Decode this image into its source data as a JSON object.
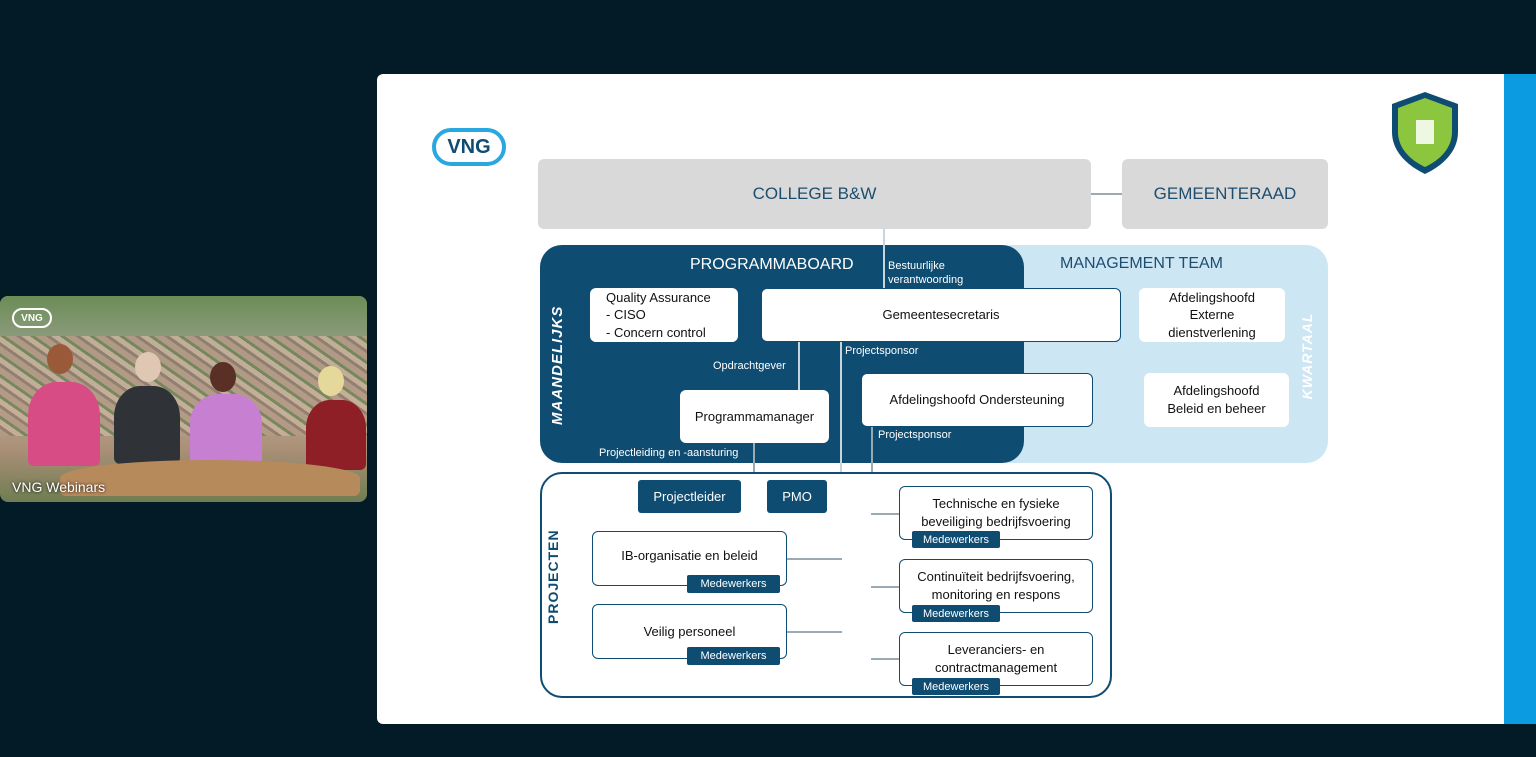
{
  "video": {
    "label": "VNG Webinars",
    "logo": "VNG"
  },
  "slide": {
    "logo": "VNG",
    "badge_icon": "shield-badge-icon",
    "college": "COLLEGE B&W",
    "gemeenteraad": "GEMEENTERAAD",
    "programmaboard": "PROGRAMMABOARD",
    "management_team": "MANAGEMENT TEAM",
    "maandelijks": "MAANDELIJKS",
    "kwartaal": "KWARTAAL",
    "projecten": "PROJECTEN",
    "bestuurlijke": "Bestuurlijke verantwoording",
    "quality": [
      "Quality Assurance",
      "- CISO",
      "- Concern control"
    ],
    "gemeentesecretaris": "Gemeentesecretaris",
    "afd_extern": [
      "Afdelingshoofd",
      "Externe",
      "dienstverlening"
    ],
    "opdrachtgever": "Opdrachtgever",
    "projectsponsor": "Projectsponsor",
    "projectsponsor2": "Projectsponsor",
    "programmamanager": "Programmamanager",
    "afd_ondersteuning": "Afdelingshoofd Ondersteuning",
    "afd_beleid": [
      "Afdelingshoofd",
      "Beleid en beheer"
    ],
    "projectleiding": "Projectleiding en -aansturing",
    "projectleider": "Projectleider",
    "pmo": "PMO",
    "ib_org": "IB-organisatie en beleid",
    "veilig": "Veilig personeel",
    "technische": [
      "Technische en fysieke",
      "beveiliging bedrijfsvoering"
    ],
    "continuiteit": [
      "Continuïteit bedrijfsvoering,",
      "monitoring en respons"
    ],
    "leveranciers": [
      "Leveranciers- en",
      "contractmanagement"
    ],
    "medewerkers": "Medewerkers"
  },
  "colors": {
    "navy": "#0f4c72",
    "light_blue": "#cde6f4",
    "grey": "#d9d9d9",
    "accent": "#0b9be0",
    "badge_green": "#8cc63f"
  }
}
